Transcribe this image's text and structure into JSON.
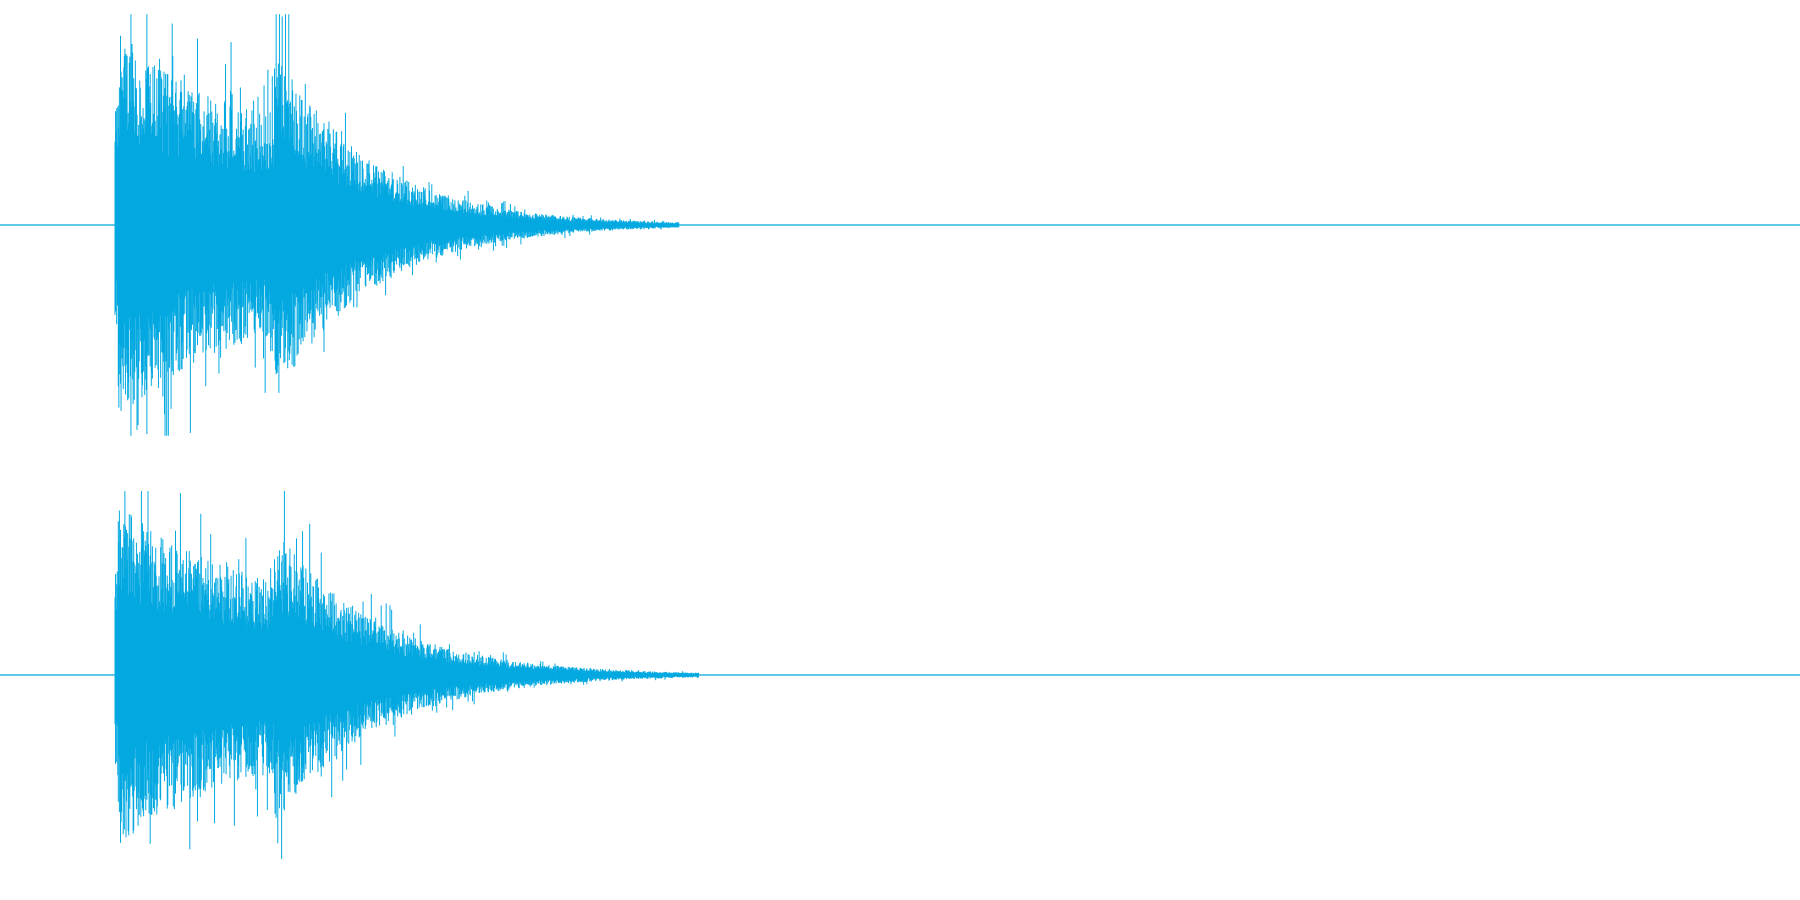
{
  "view": {
    "type": "audio waveform",
    "channels": 2,
    "background_color": "#ffffff",
    "waveform_color": "#04a9e1",
    "baseline_color": "#04a9e1"
  },
  "channels": [
    {
      "channel": "top",
      "onset_fraction": 0.064,
      "second_hit_fraction": 0.15,
      "tail_end_fraction": 0.377,
      "peak_amplitude": 0.98,
      "first_hit_amplitude": 0.93,
      "second_hit_amplitude": 0.86
    },
    {
      "channel": "bottom",
      "onset_fraction": 0.064,
      "second_hit_fraction": 0.15,
      "tail_end_fraction": 0.388,
      "peak_amplitude": 0.92,
      "first_hit_amplitude": 0.88,
      "second_hit_amplitude": 0.78
    }
  ]
}
